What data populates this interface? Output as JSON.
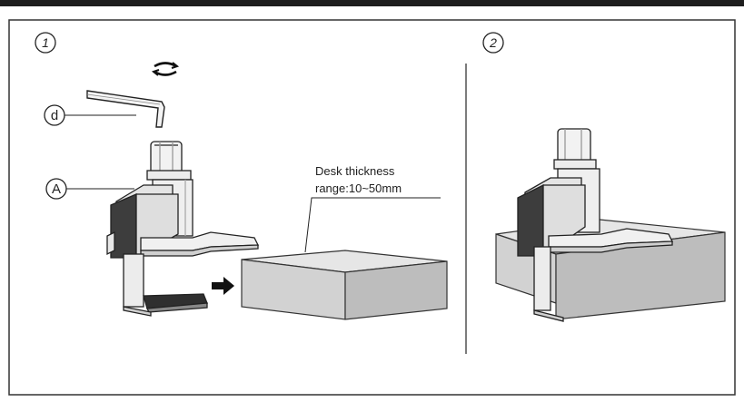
{
  "steps": {
    "one": "1",
    "two": "2"
  },
  "part_labels": {
    "wrench": "d",
    "clamp": "A"
  },
  "callout": {
    "line1": "Desk thickness",
    "line2": "range:10~50mm"
  },
  "icons": {
    "rotate": "rotate-arrows-icon",
    "push": "right-arrow-icon"
  },
  "colors": {
    "frame": "#222222",
    "desk_top": "#e6e6e6",
    "desk_front": "#d2d2d2",
    "desk_side": "#bdbdbd",
    "clamp_body": "#e9e9e9",
    "clamp_shadow": "#3a3a3a"
  }
}
